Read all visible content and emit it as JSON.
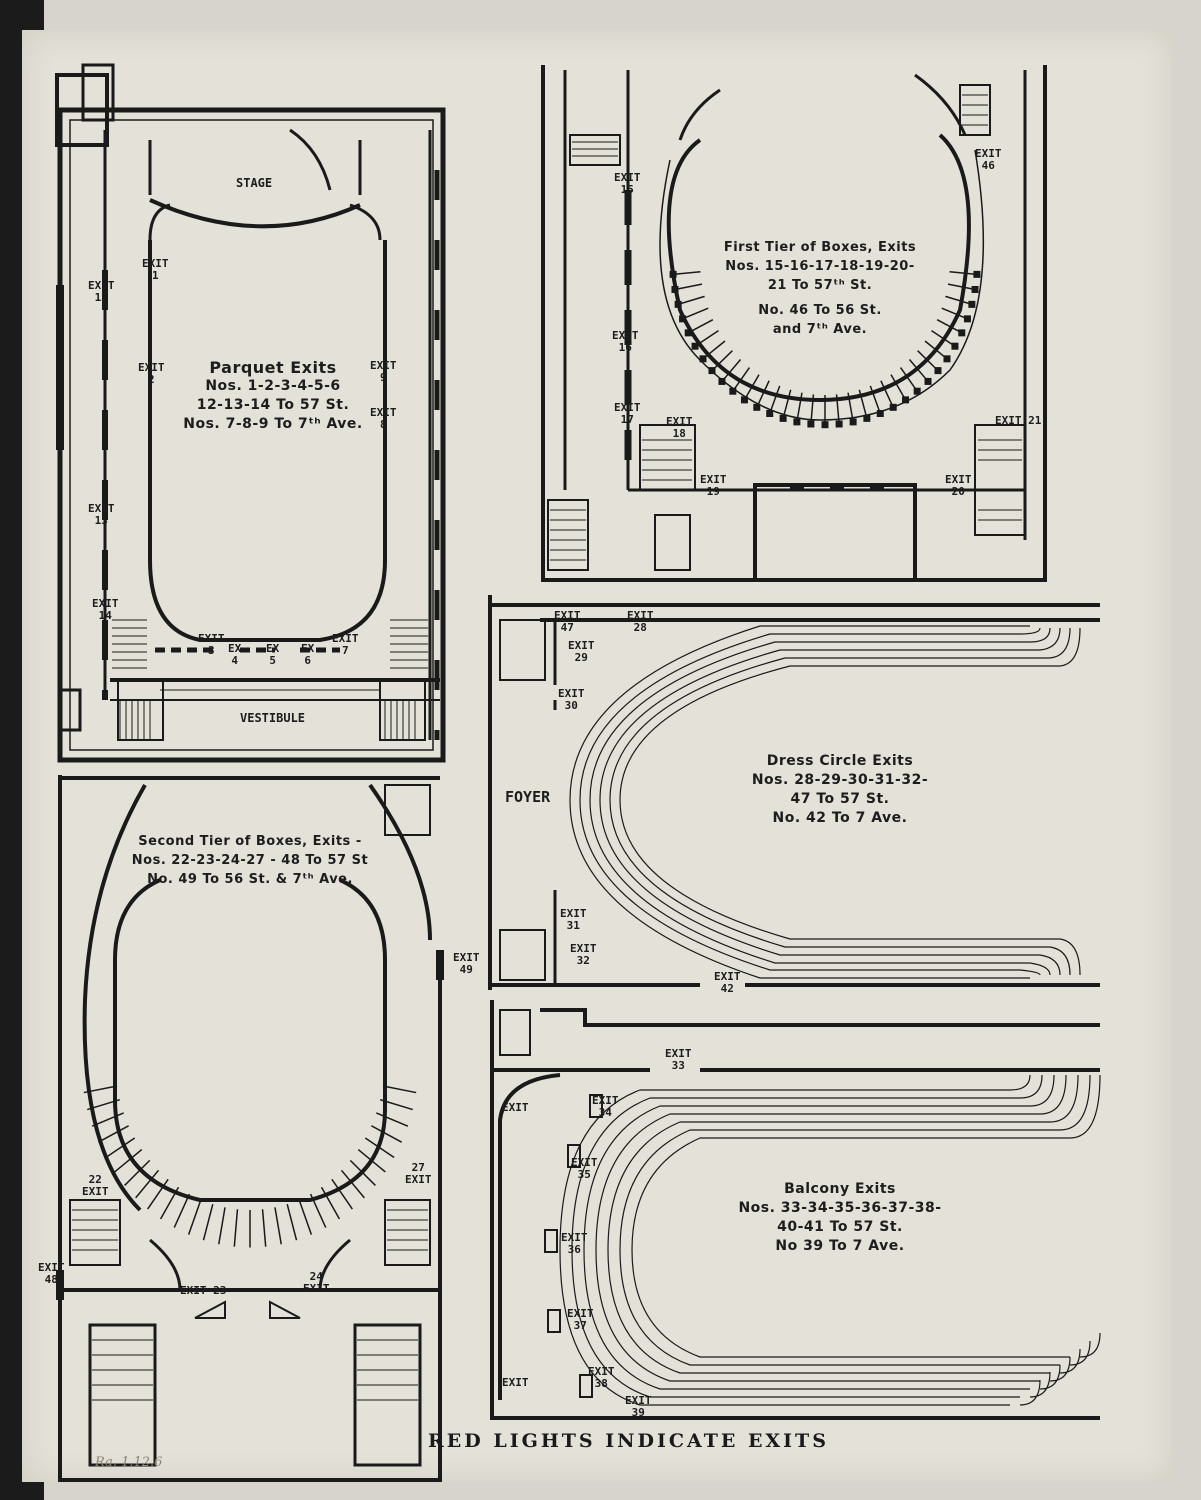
{
  "parquet": {
    "stage": "STAGE",
    "vestibule": "VESTIBULE",
    "title": [
      "Parquet Exits",
      "Nos. 1-2-3-4-5-6",
      "12-13-14 To 57 St.",
      "Nos. 7-8-9 To 7ᵗʰ Ave."
    ],
    "exits": {
      "e1": "EXIT\n1",
      "e2": "EXIT\n2",
      "e3": "EXIT\n3",
      "e4": "EX\n4",
      "e5": "EX\n5",
      "e6": "EX\n6",
      "e7": "EXIT\n7",
      "e8": "EXIT\n8",
      "e9": "EXIT\n9",
      "e12": "EXIT\n12",
      "e13": "EXIT\n13",
      "e14": "EXIT\n14"
    }
  },
  "first_tier": {
    "title": [
      "First Tier of Boxes, Exits",
      "Nos. 15-16-17-18-19-20-",
      "21 To 57ᵗʰ St.",
      "No. 46 To 56 St.",
      "and 7ᵗʰ Ave."
    ],
    "exits": {
      "e15": "EXIT\n15",
      "e16": "EXIT\n16",
      "e17": "EXIT\n17",
      "e18": "EXIT\n18",
      "e19": "EXIT\n19",
      "e20": "EXIT\n20",
      "e21": "EXIT 21",
      "e46": "EXIT\n46"
    }
  },
  "dress_circle": {
    "foyer": "FOYER",
    "title": [
      "Dress Circle Exits",
      "Nos. 28-29-30-31-32-",
      "47 To 57 St.",
      "No. 42 To 7 Ave."
    ],
    "exits": {
      "e47": "EXIT\n47",
      "e28": "EXIT\n28",
      "e29": "EXIT\n29",
      "e30": "EXIT\n30",
      "e31": "EXIT\n31",
      "e32": "EXIT\n32",
      "e42": "EXIT\n42"
    }
  },
  "second_tier": {
    "title": [
      "Second Tier of Boxes, Exits -",
      "Nos. 22-23-24-27 - 48 To 57 St",
      "No. 49 To 56 St. & 7ᵗʰ Ave."
    ],
    "exits": {
      "e22": "22\nEXIT",
      "e23": "EXIT 23",
      "e24": "24\nEXIT",
      "e27": "27\nEXIT",
      "e48": "EXIT\n48",
      "e49": "EXIT\n49"
    }
  },
  "balcony": {
    "title": [
      "Balcony Exits",
      "Nos. 33-34-35-36-37-38-",
      "40-41 To 57 St.",
      "No 39 To 7 Ave."
    ],
    "exits": {
      "e33": "EXIT\n33",
      "e34": "EXIT\n34",
      "e35": "EXIT\n35",
      "e36": "EXIT\n36",
      "e37": "EXIT\n37",
      "e38": "EXIT\n38",
      "e39": "EXIT\n39",
      "e40": "EXIT",
      "e41": "EXIT"
    }
  },
  "caption": "RED LIGHTS INDICATE EXITS",
  "handwritten_note": "Ra. 1.12.6"
}
